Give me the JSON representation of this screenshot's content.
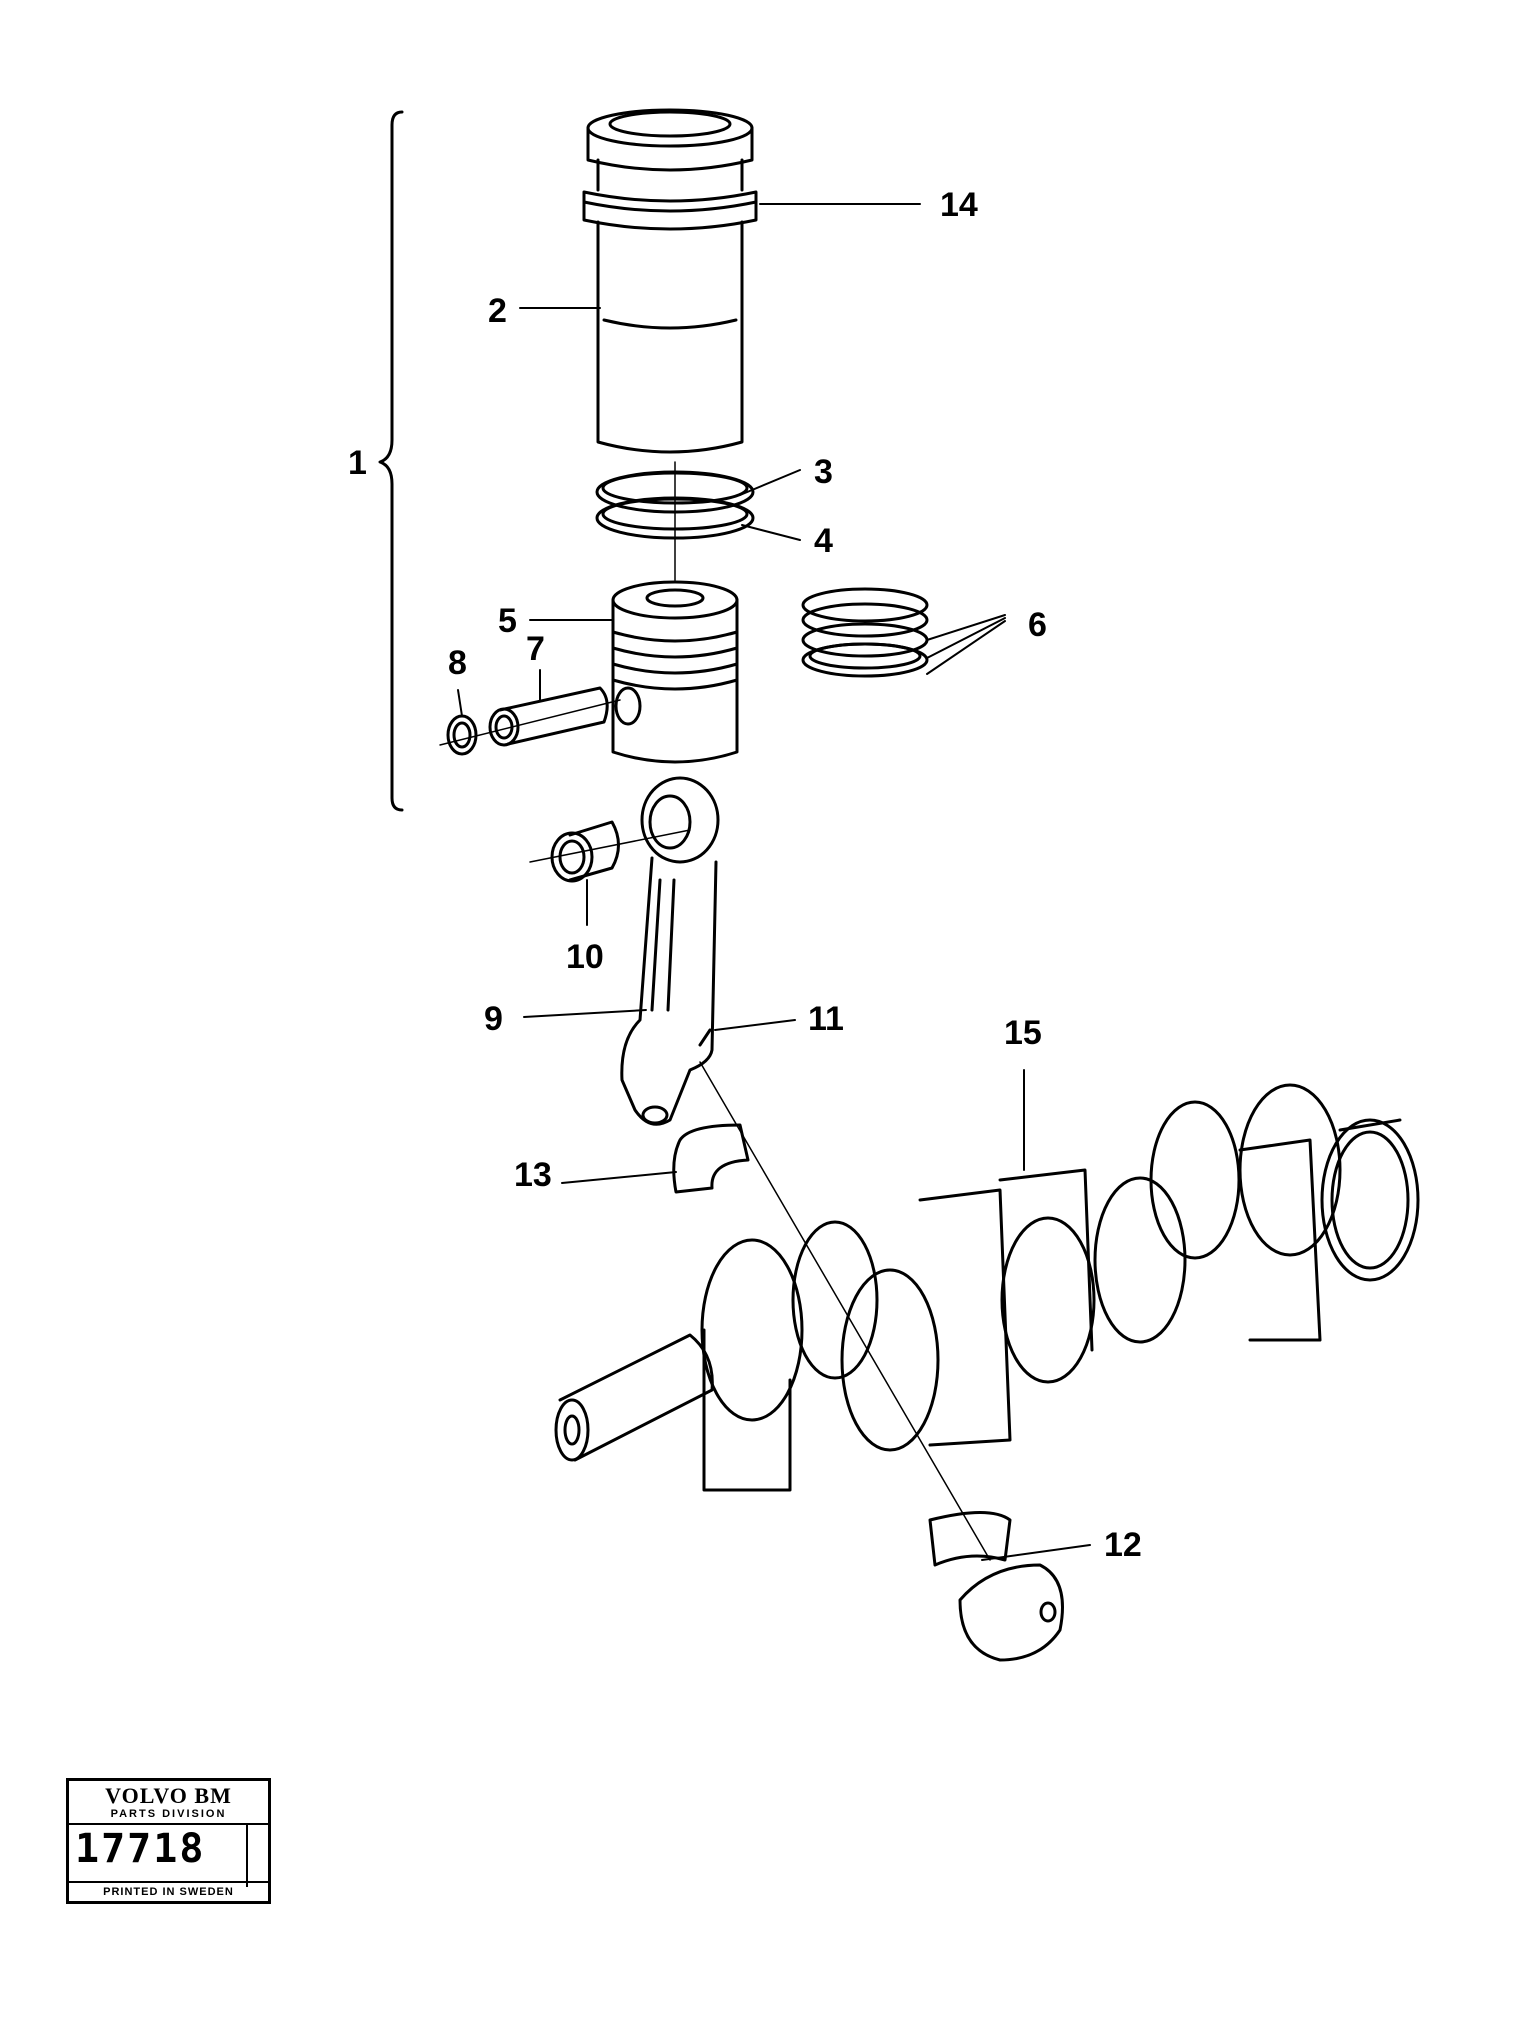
{
  "callouts": {
    "c1": "1",
    "c2": "2",
    "c3": "3",
    "c4": "4",
    "c5": "5",
    "c6": "6",
    "c7": "7",
    "c8": "8",
    "c9": "9",
    "c10": "10",
    "c11": "11",
    "c12": "12",
    "c13": "13",
    "c14": "14",
    "c15": "15"
  },
  "stamp": {
    "brand": "VOLVO BM",
    "division": "PARTS DIVISION",
    "number": "17718",
    "printed": "PRINTED IN SWEDEN"
  },
  "line_color": "#000000"
}
